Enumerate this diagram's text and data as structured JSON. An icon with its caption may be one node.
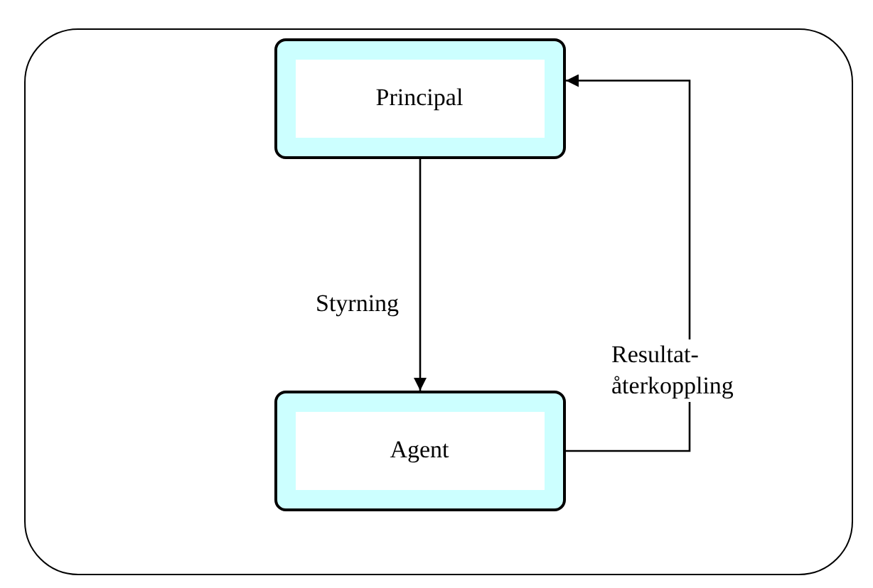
{
  "diagram": {
    "nodes": [
      {
        "text": [],
        "shape": "box"
      },
      {
        "text": [
          "Principal"
        ],
        "in": 0
      },
      {
        "text": [
          "Agent"
        ],
        "in": 0
      }
    ],
    "edges": [
      {
        "from": 1,
        "to": 2,
        "arrow": "to",
        "label": "Styrning"
      },
      {
        "from": 2,
        "to": 1,
        "arrow": "to",
        "label": "Resultat- återkoppling"
      }
    ]
  }
}
